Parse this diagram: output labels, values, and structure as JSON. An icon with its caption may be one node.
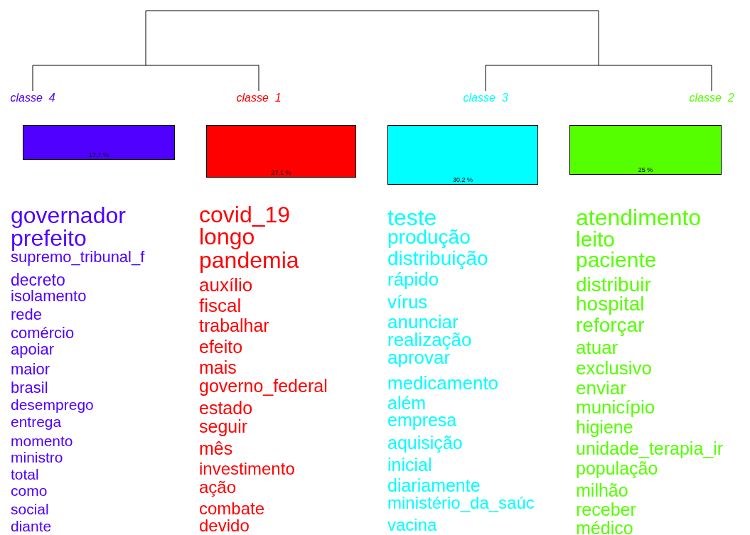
{
  "diagram": {
    "nodes": [
      {
        "text": [
          "17.7 %"
        ],
        "beside": [
          "classe  4",
          "governador",
          "prefeito",
          "supremo_tribunal_f",
          "decreto",
          "isolamento",
          "rede",
          "comércio",
          "apoiar",
          "maior",
          "brasil",
          "desemprego",
          "entrega",
          "momento",
          "ministro",
          "total",
          "como",
          "social",
          "diante"
        ]
      },
      {
        "text": [
          "27.1 %"
        ],
        "beside": [
          "classe  1",
          "covid_19",
          "longo",
          "pandemia",
          "auxílio",
          "fiscal",
          "trabalhar",
          "efeito",
          "mais",
          "governo_federal",
          "estado",
          "seguir",
          "mês",
          "investimento",
          "ação",
          "combate",
          "devido"
        ]
      },
      {
        "text": [
          "30.2 %"
        ],
        "beside": [
          "classe  3",
          "teste",
          "produção",
          "distribuição",
          "rápido",
          "vírus",
          "anunciar",
          "realização",
          "aprovar",
          "medicamento",
          "além",
          "empresa",
          "aquisição",
          "inicial",
          "diariamente",
          "ministério_da_saúc",
          "vacina"
        ]
      },
      {
        "text": [
          "25 %"
        ],
        "beside": [
          "classe  2",
          "atendimento",
          "leito",
          "paciente",
          "distribuir",
          "hospital",
          "reforçar",
          "atuar",
          "exclusivo",
          "enviar",
          "município",
          "higiene",
          "unidade_terapia_ir",
          "população",
          "milhão",
          "receber",
          "médico"
        ]
      }
    ]
  }
}
